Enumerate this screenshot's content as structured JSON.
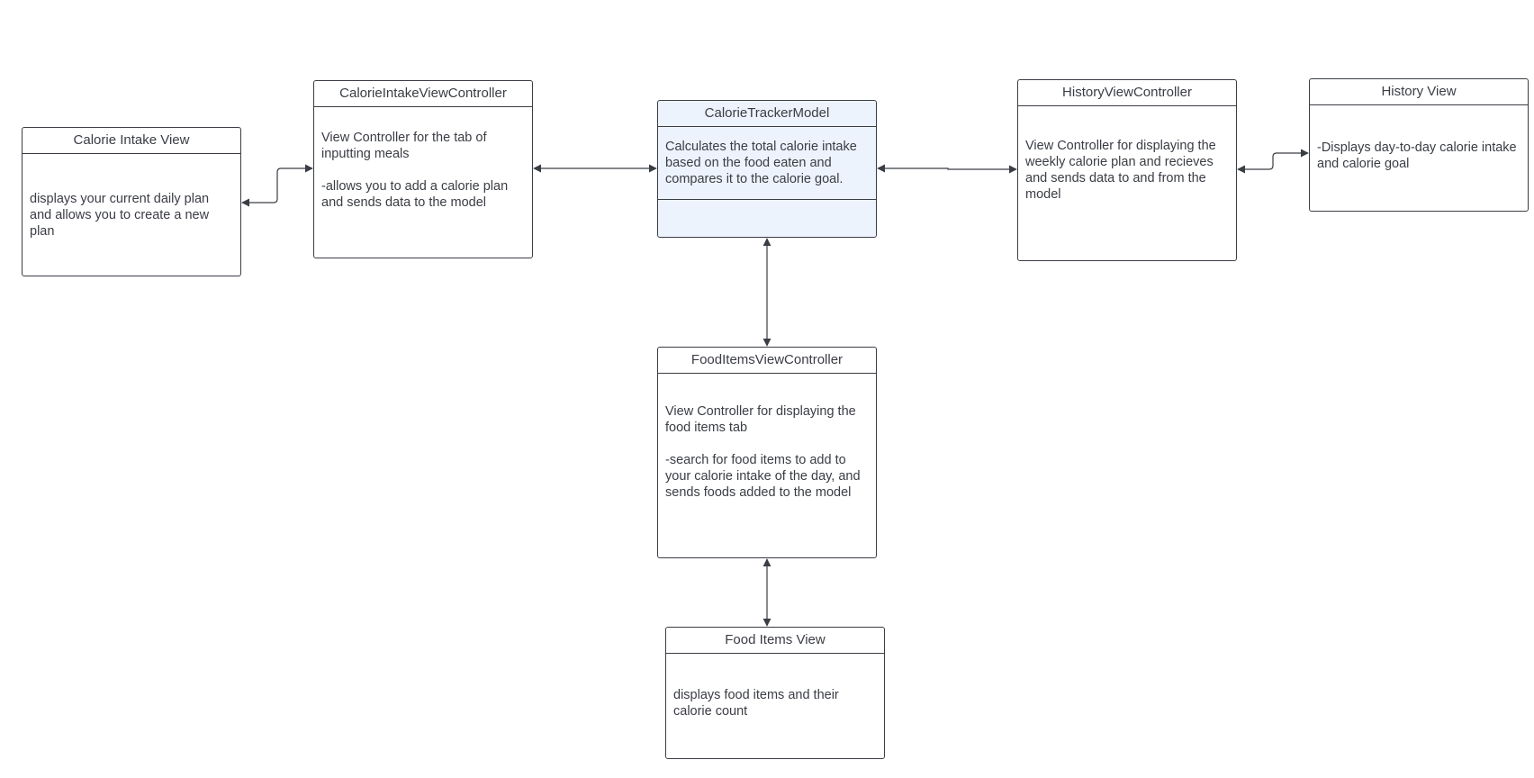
{
  "diagram": {
    "boxes": {
      "calorie_intake_view": {
        "title": "Calorie Intake View",
        "body": "displays your current daily plan and allows you to create a new plan"
      },
      "calorie_intake_view_controller": {
        "title": "CalorieIntakeViewController",
        "body": "View Controller for the tab of inputting meals\n\n-allows you to add a calorie plan and sends data to the model"
      },
      "calorie_tracker_model": {
        "title": "CalorieTrackerModel",
        "body": "Calculates the total calorie intake based on the food eaten and compares it to the calorie goal."
      },
      "history_view_controller": {
        "title": "HistoryViewController",
        "body": "View Controller for displaying the weekly calorie plan and recieves and sends data to and from the model"
      },
      "history_view": {
        "title": "History View",
        "body": "-Displays day-to-day calorie intake and calorie goal"
      },
      "food_items_view_controller": {
        "title": "FoodItemsViewController",
        "body": "View Controller for displaying the food items tab\n\n-search for food items to add to your calorie intake of the day, and sends  foods added to the model"
      },
      "food_items_view": {
        "title": "Food Items View",
        "body": "displays food items and their calorie count"
      }
    },
    "colors": {
      "line": "#3a3d44",
      "model_fill": "#edf3fd",
      "box_fill": "#ffffff"
    }
  }
}
